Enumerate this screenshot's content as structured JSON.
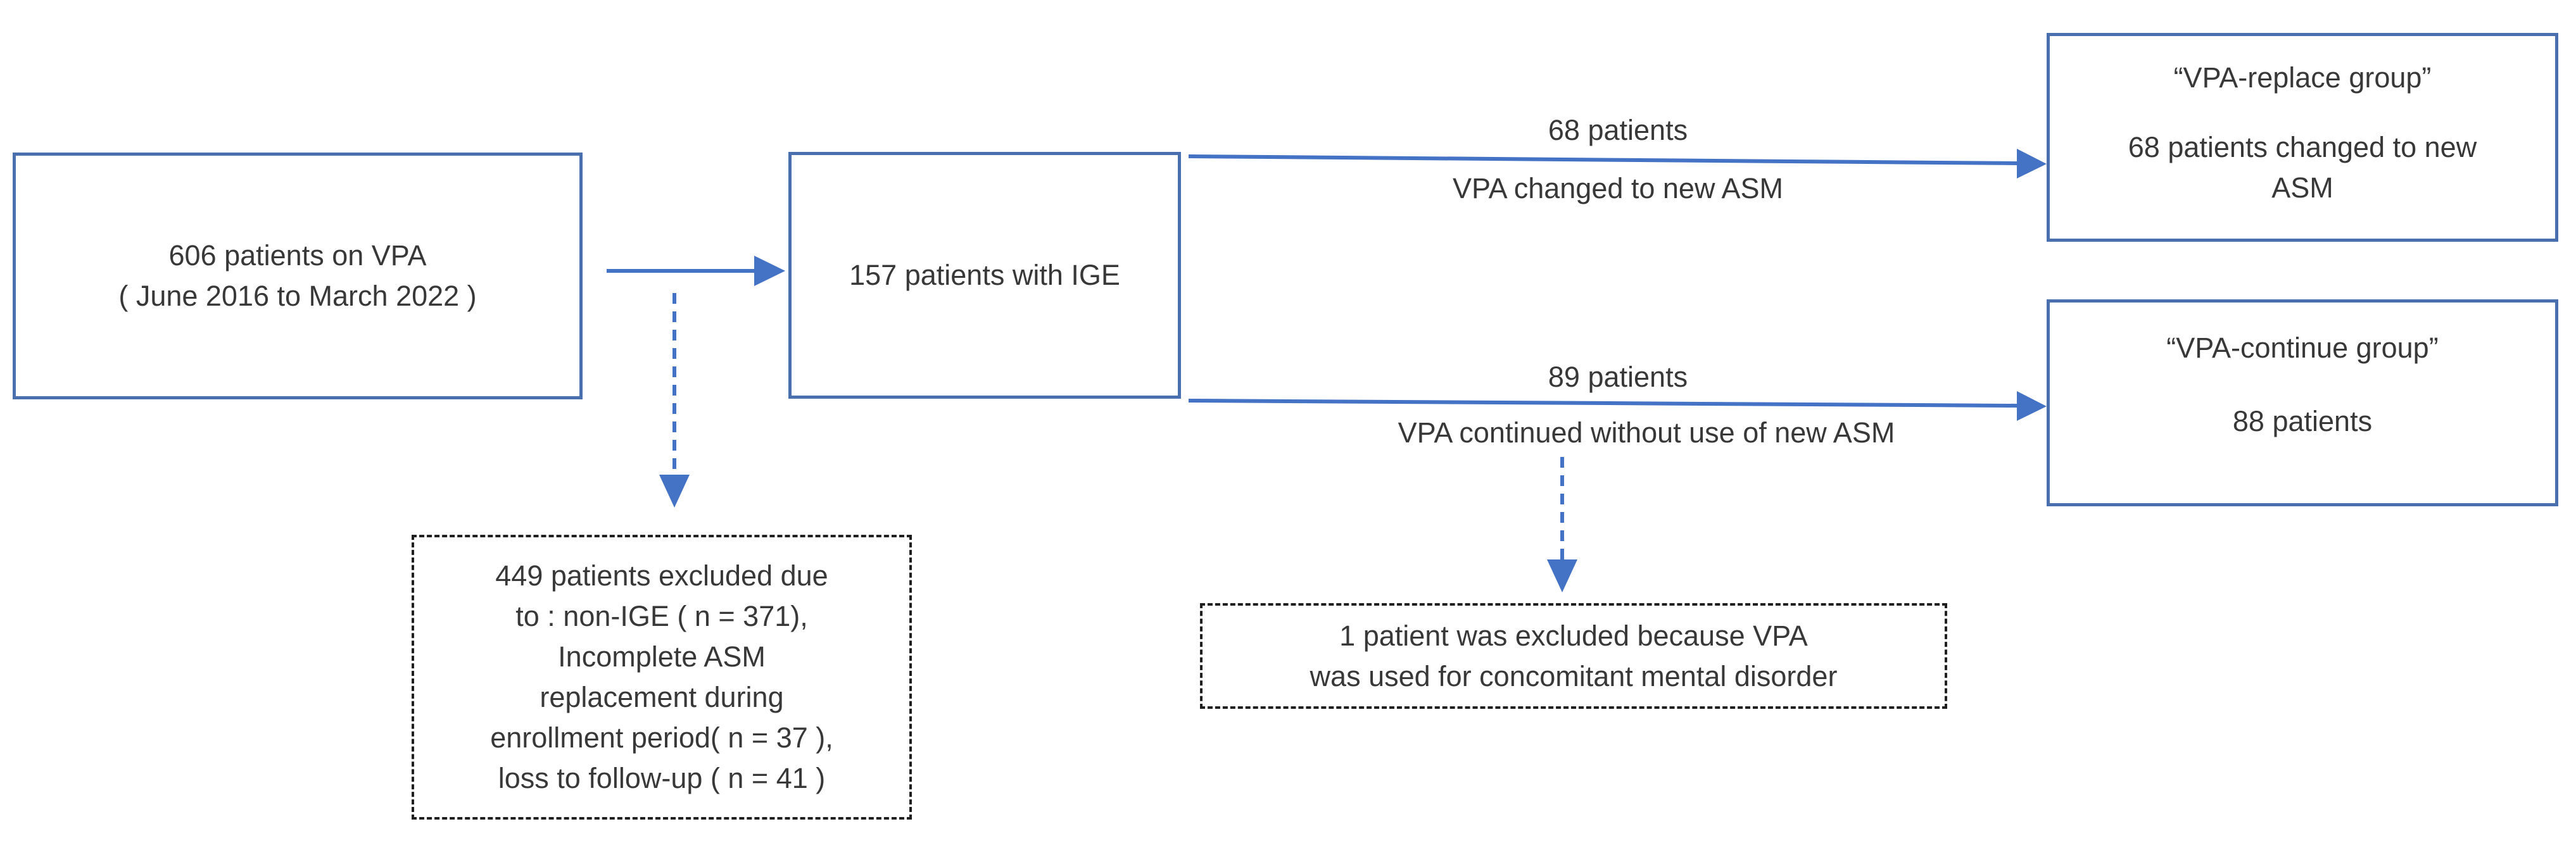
{
  "boxes": {
    "vpa_patients": {
      "line1": "606 patients on VPA",
      "line2": "( June 2016 to March 2022 )"
    },
    "ige_patients": {
      "line1": "157 patients with IGE"
    },
    "vpa_replace": {
      "title": "“VPA-replace group”",
      "body": "68 patients changed to new ASM"
    },
    "vpa_continue": {
      "title": "“VPA-continue group”",
      "body": "88 patients"
    },
    "excluded_left": {
      "lines": [
        "449 patients excluded due",
        "to : non-IGE ( n = 371),",
        "Incomplete ASM",
        "replacement during",
        "enrollment period( n = 37 ),",
        "loss to follow-up ( n = 41 )"
      ]
    },
    "excluded_right": {
      "line1": "1 patient was excluded because VPA",
      "line2": "was used for concomitant mental disorder"
    }
  },
  "arrow_labels": {
    "replace_count": "68 patients",
    "replace_desc": "VPA changed to new ASM",
    "continue_count": "89 patients",
    "continue_desc": "VPA continued without use of new ASM"
  },
  "colors": {
    "arrow_blue": "#4472c4",
    "solid_box_border": "#4a6fae",
    "dashed_box_border": "#1f1f1f",
    "text": "#383838",
    "background": "#ffffff"
  }
}
